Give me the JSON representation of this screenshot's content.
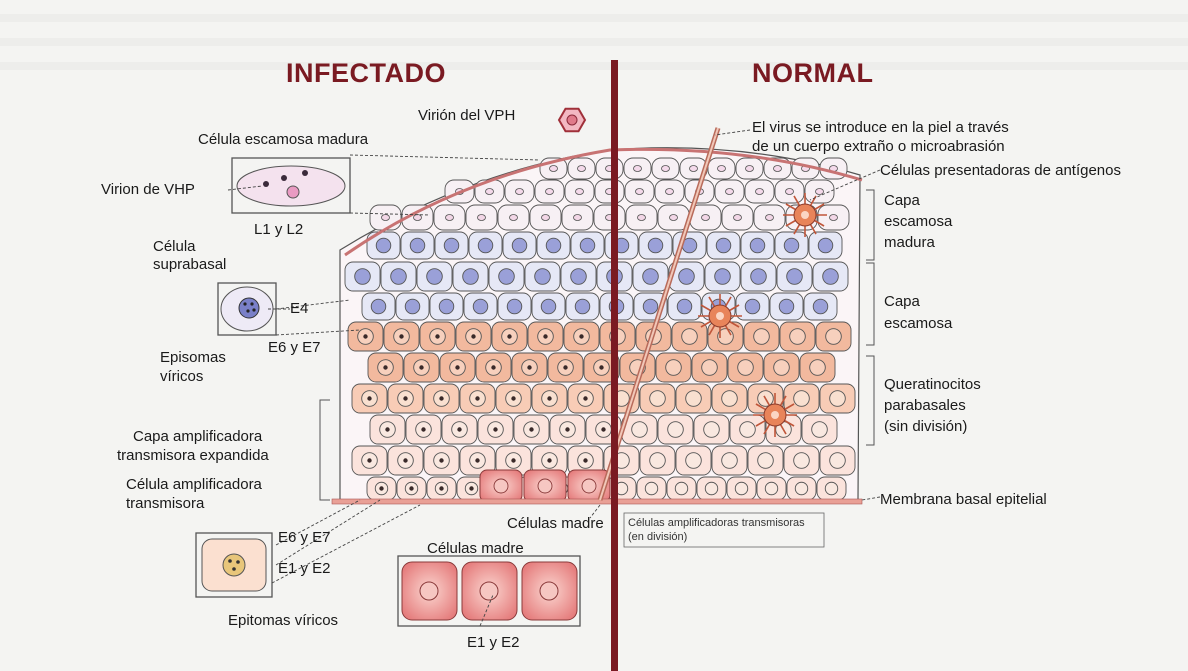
{
  "titles": {
    "left": "INFECTADO",
    "right": "NORMAL"
  },
  "labels": {
    "virion_vph": "Virión del VPH",
    "celula_escamosa_madura": "Célula escamosa madura",
    "virion_de_vhp": "Virion de VHP",
    "l1_l2": "L1 y L2",
    "celula_suprabasal_1": "Célula",
    "celula_suprabasal_2": "suprabasal",
    "e4": "E4",
    "e6_e7_a": "E6 y E7",
    "episomas_1": "Episomas",
    "episomas_2": "víricos",
    "capa_amp_exp_1": "Capa amplificadora",
    "capa_amp_exp_2": "transmisora expandida",
    "celula_amp_1": "Célula amplificadora",
    "celula_amp_2": "transmisora",
    "e6_e7_b": "E6 y E7",
    "e1_e2_a": "E1 y E2",
    "epitomas": "Epitomas víricos",
    "celulas_madre_a": "Células madre",
    "celulas_madre_b": "Células madre",
    "e1_e2_b": "E1 y E2",
    "virus_entra_1": "El virus se introduce en la piel a través",
    "virus_entra_2": "de un cuerpo extraño o microabrasión",
    "presentadoras": "Células presentadoras de antígenos",
    "capa_esc_madura_1": "Capa",
    "capa_esc_madura_2": "escamosa",
    "capa_esc_madura_3": "madura",
    "capa_esc_1": "Capa",
    "capa_esc_2": "escamosa",
    "quer_1": "Queratinocitos",
    "quer_2": "parabasales",
    "quer_3": "(sin división)",
    "membrana": "Membrana basal epitelial",
    "amp_div_1": "Células amplificadoras transmisoras",
    "amp_div_2": "(en división)"
  },
  "colors": {
    "divider": "#7a1a22",
    "membrane": "#e9a096",
    "squamous_fill": "#f7f0f4",
    "blue_cell": "#e6e8f6",
    "blue_nucleus": "#9aa0d8",
    "parabasal_fill": "#f2b99e",
    "basal_fill": "#fbe3dc",
    "stem_fill": "#f0a0a0"
  }
}
